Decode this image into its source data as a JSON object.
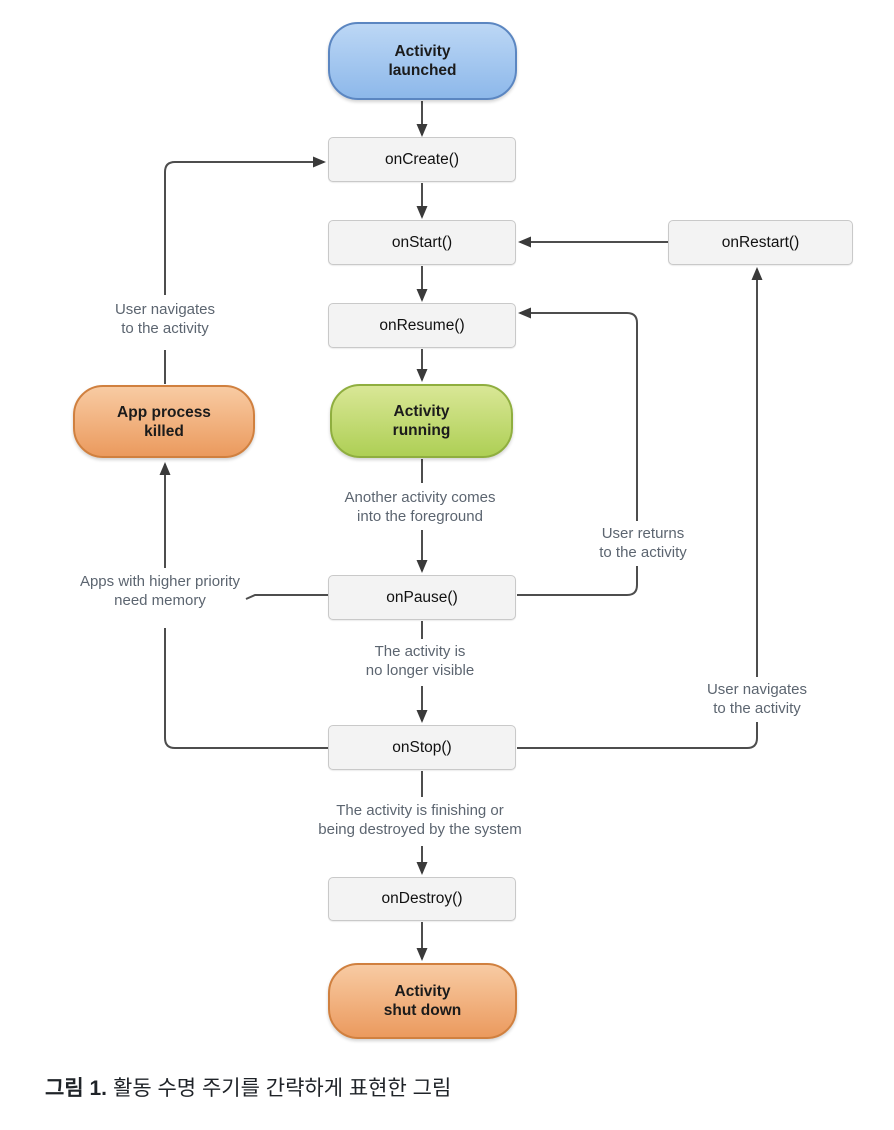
{
  "caption": {
    "prefix": "그림 1.",
    "text": "활동 수명 주기를 간략하게 표현한 그림"
  },
  "diagram": {
    "states": {
      "launched": "Activity\nlaunched",
      "running": "Activity\nrunning",
      "killed": "App process\nkilled",
      "shutdown": "Activity\nshut down"
    },
    "callbacks": {
      "create": "onCreate()",
      "start": "onStart()",
      "restart": "onRestart()",
      "resume": "onResume()",
      "pause": "onPause()",
      "stop": "onStop()",
      "destroy": "onDestroy()"
    },
    "annotations": {
      "user_navigates_left": "User navigates\nto the activity",
      "another_activity": "Another activity comes\ninto the foreground",
      "user_returns": "User returns\nto the activity",
      "higher_priority": "Apps with higher priority\nneed memory",
      "no_longer_visible": "The activity is\nno longer visible",
      "user_navigates_right": "User navigates\nto the activity",
      "finishing": "The activity is finishing or\nbeing destroyed by the system"
    },
    "colors": {
      "state_launched_top": "#bcd7f5",
      "state_launched_bottom": "#8db8ea",
      "state_launched_border": "#5b86c1",
      "state_running_top": "#d9e796",
      "state_running_bottom": "#aecf55",
      "state_running_border": "#8fae3f",
      "state_killed_top": "#f8cba3",
      "state_killed_bottom": "#eb9a5e",
      "state_killed_border": "#d0803f",
      "callback_fill": "#f3f3f3",
      "callback_border": "#c9c9c9",
      "connector_line": "#4d4d4d",
      "annotation_text": "#5c6570"
    }
  }
}
